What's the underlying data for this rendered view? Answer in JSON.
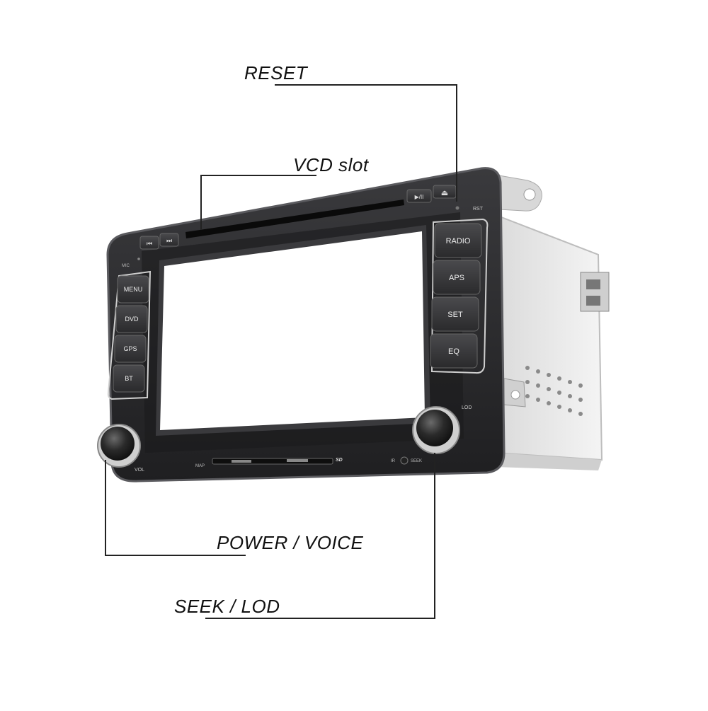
{
  "callouts": {
    "reset": "RESET",
    "vcd_slot": "VCD slot",
    "power_voice": "POWER / VOICE",
    "seek_lod": "SEEK / LOD"
  },
  "left_buttons": [
    "MENU",
    "DVD",
    "GPS",
    "BT"
  ],
  "right_buttons": [
    "RADIO",
    "APS",
    "SET",
    "EQ"
  ],
  "panel_labels": {
    "mic": "MIC",
    "rst": "RST",
    "vol": "VOL",
    "lod": "LOD",
    "map": "MAP",
    "ir": "IR",
    "seek": "SEEK",
    "sd": "SD"
  },
  "transport": {
    "prev": "⏮",
    "next": "⏭",
    "play_pause": "▶/II",
    "eject": "⏏"
  },
  "colors": {
    "bezel": "#2b2b2d",
    "bezel_edge": "#5a5a5e",
    "screen": "#ffffff",
    "chassis": "#e6e6e6",
    "leader_line": "#222222"
  }
}
